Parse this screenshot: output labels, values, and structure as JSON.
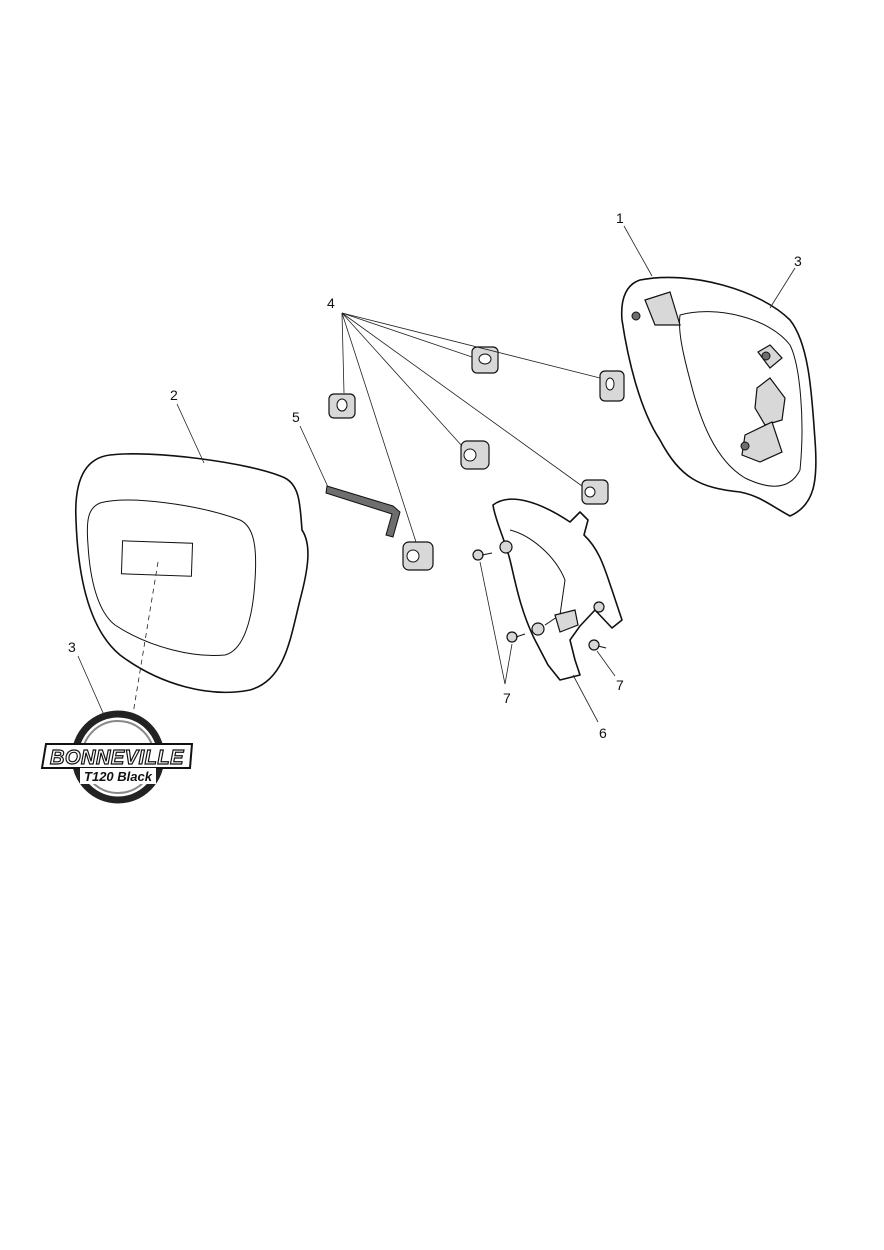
{
  "callouts": {
    "c1": "1",
    "c2": "2",
    "c3_right": "3",
    "c3_left": "3",
    "c4": "4",
    "c5": "5",
    "c6": "6",
    "c7_left": "7",
    "c7_right": "7"
  },
  "logo": {
    "main": "BONNEVILLE",
    "sub": "T120 Black"
  }
}
